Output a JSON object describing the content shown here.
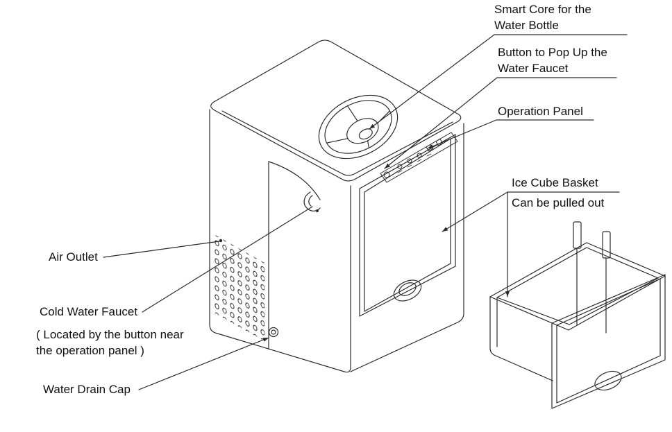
{
  "colors": {
    "line": "#2a2a2a",
    "text": "#111111",
    "background": "#ffffff"
  },
  "labels": {
    "smart_core": {
      "line1": "Smart Core for the",
      "line2": "Water Bottle"
    },
    "button_popup": {
      "line1": "Button to Pop Up the",
      "line2": "Water Faucet"
    },
    "operation_panel": {
      "text": "Operation Panel"
    },
    "ice_basket": {
      "line1": "Ice Cube Basket",
      "line2": "Can be pulled out"
    },
    "air_outlet": {
      "text": "Air Outlet"
    },
    "cold_water_faucet": {
      "text": "Cold Water Faucet",
      "note1": "( Located by the button near",
      "note2": "the operation panel )"
    },
    "water_drain_cap": {
      "text": "Water Drain Cap"
    }
  }
}
